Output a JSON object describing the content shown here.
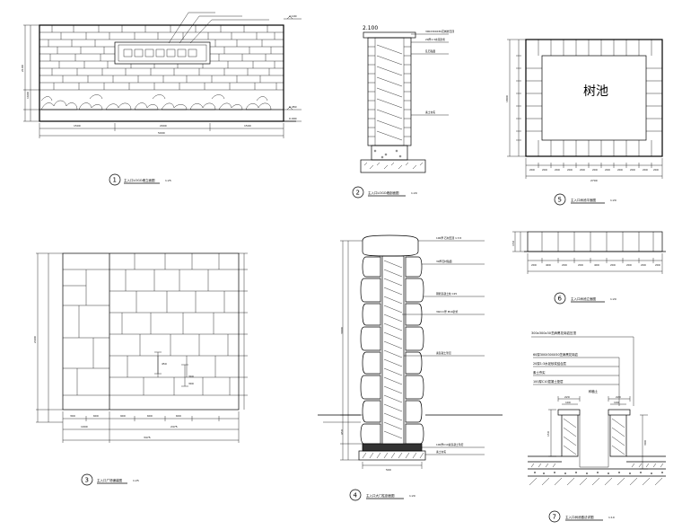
{
  "sheet": {
    "details": [
      {
        "id": "d1",
        "number": "1",
        "caption": "主入口LOGO墙立面图",
        "scale": "1:25"
      },
      {
        "id": "d2",
        "number": "2",
        "caption": "主入口LOGO墙剖面图",
        "scale": "1:20"
      },
      {
        "id": "d3",
        "number": "3",
        "caption": "主入口广场铺装图",
        "scale": "1:25"
      },
      {
        "id": "d4",
        "number": "4",
        "caption": "主入口大门柱剖面图",
        "scale": "1:20"
      },
      {
        "id": "d5",
        "number": "5",
        "caption": "主入口树池平面图",
        "scale": "1:20"
      },
      {
        "id": "d6",
        "number": "6",
        "caption": "主入口树池立面图",
        "scale": "1:20"
      },
      {
        "id": "d7",
        "number": "7",
        "caption": "主入口树池做法详图",
        "scale": "1:10"
      }
    ],
    "d1": {
      "dims_bottom": [
        "1500",
        "2000",
        "1500"
      ],
      "dim_total": "5000",
      "dims_left": [
        "2100",
        "1600"
      ],
      "elev_top": "2.100",
      "elev_mid": "0.450",
      "elev_low": "0.000"
    },
    "d2": {
      "top_label": "2.100",
      "notes": [
        "300X300X30花岗岩压顶",
        "20厚1:3水泥砂浆",
        "乱石贴面",
        "素土夯实"
      ]
    },
    "d3": {
      "dims_left": [
        "2400"
      ],
      "dims_bottom": [
        "300",
        "600",
        "900",
        "600",
        "600"
      ],
      "dim_total_a": "1000",
      "dim_total_b": "2475",
      "dim_total_c": "3475",
      "inner_dims": [
        "450",
        "300",
        "300"
      ]
    },
    "d4": {
      "height": "3000",
      "base_dim": "450",
      "width": "500",
      "notes": [
        "100厚 石材压顶 1:3.5",
        "30厚石材贴面",
        "钢筋混凝土柱 C25",
        "30mm厚 M10砂浆",
        "素混凝土垫层",
        "100厚C10素混凝土垫层",
        "素土夯实"
      ]
    },
    "d5": {
      "label": "树池",
      "dims_bottom": [
        "200",
        "200",
        "200",
        "200",
        "200",
        "200",
        "200",
        "200",
        "200",
        "200",
        "200"
      ],
      "dim_total": "2700",
      "dim_left": "1800"
    },
    "d6": {
      "dims_bottom": [
        "200",
        "400",
        "200",
        "200",
        "400",
        "200",
        "200",
        "200",
        "200"
      ],
      "dim_left": "150"
    },
    "d7": {
      "title": "300x300x30芝麻黑花岗岩压顶",
      "notes": [
        "60厚300X300X30芝麻黑花岗岩",
        "20厚1:3水泥砂浆结合层",
        "素土夯实",
        "100厚C10混凝土垫层"
      ],
      "soil_label": "种植土",
      "dims": [
        "220",
        "100",
        "100",
        "220",
        "150",
        "300"
      ]
    }
  }
}
